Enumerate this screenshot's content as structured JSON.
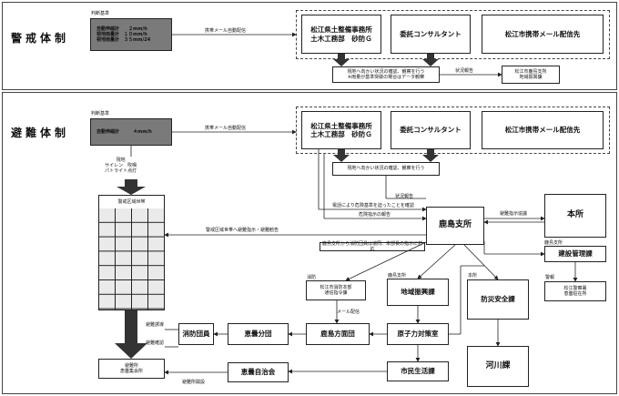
{
  "keikai": {
    "title": "警戒体制",
    "criteria_label": "判断基準",
    "rain_lines": [
      "自動伸縮計　　２mm/h",
      "視地雨量計　１０mm/h",
      "視地雨量計　３５mm/24"
    ],
    "auto_mail": "携帯メール自動配信",
    "office": "松江県土整備事務所\n土木工務部　砂防Ｇ",
    "consultant": "委託コンサルタント",
    "city_mail": "松江市携帯メール配信先",
    "check_text": "現地へ向かい状況の確認、観察を行う\n※雨量が基準突破の場合はデータ観察",
    "report_label": "状況報告",
    "shimane_branch": "松江市鹿島支所\n地域振興課"
  },
  "hinan": {
    "title": "避難体制",
    "criteria_label": "判断基準",
    "rain_line": "自動伸縮計　　　４mm/h",
    "auto_mail": "携帯メール自動配信",
    "office": "松江県土整備事務所\n土木工務部　砂防Ｇ",
    "consultant": "委託コンサルタント",
    "city_mail": "松江市携帯メール配信先",
    "siren": "現地\nサイレン　吹鳴\nパトライト点灯",
    "check_text": "現地へ向かい状況の確認、観察を行う",
    "report_label": "状況報告",
    "judge_label": "電話により危険基準を迫ったことを確認",
    "instruct_label": "危険指示の報告",
    "warning_zone": "警戒区域世帯",
    "warning_order": "警戒区域世帯へ避難指示・避難勧告",
    "kashima": "鹿島支所",
    "honsho": "本所",
    "consult_label": "避難指示協議",
    "kashima_label2": "鹿島支所",
    "construction": "建設管理課",
    "kashima_support": "鹿島支所から消防団員は協同、本部長の指示に対応",
    "fire_label": "消防",
    "fire_hq": "松江市消防本部\n通信指令課",
    "mail_label": "メール配信",
    "kashima_label3": "鹿島支所",
    "region_promo": "地域振興課",
    "honsho_label": "本所",
    "disaster": "防災安全課",
    "police_label": "警報",
    "police": "松江警察署\n恵曇駐在所",
    "river": "河川課",
    "fire_team": "消防団員",
    "ebisu_branch": "恵曇分団",
    "kashima_branch": "鹿島方面団",
    "nuclear": "原子力対策室",
    "evac_induce": "避難誘導",
    "evac_confirm": "避難確認",
    "shelter": "避難所\n恵曇集会所",
    "ebisu_self": "恵曇自治会",
    "civic": "市民生活課",
    "shelter_open": "避難所開設"
  }
}
